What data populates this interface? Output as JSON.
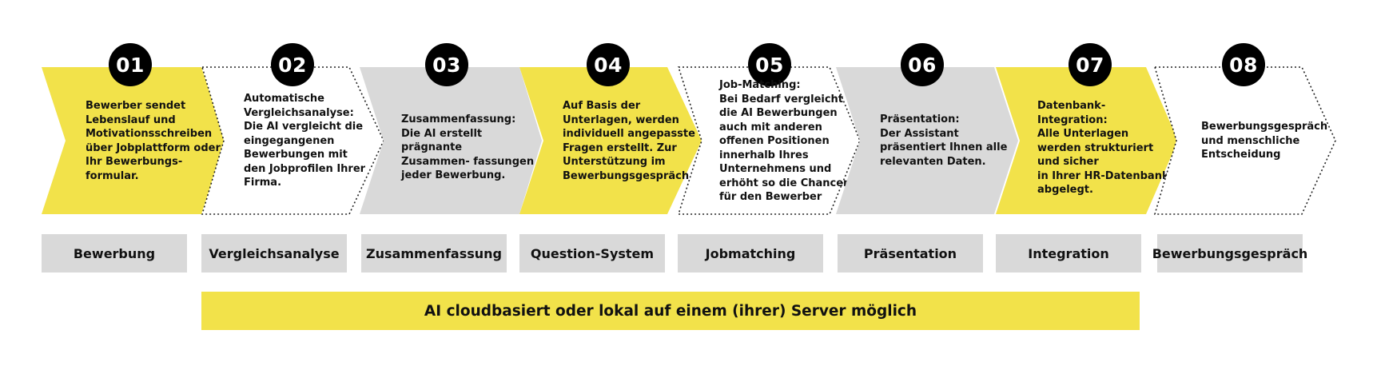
{
  "colors": {
    "yellow": "#f2e24a",
    "gray": "#d9d9d9",
    "badge": "#000000",
    "text": "#111111"
  },
  "steps": [
    {
      "number": "01",
      "style": "yellow",
      "description": "Bewerber sendet\nLebenslauf und\nMotivationsschreiben\nüber Jobplattform oder\nIhr Bewerbungs-\nformular.",
      "label": "Bewerbung"
    },
    {
      "number": "02",
      "style": "outline",
      "description": "Automatische\nVergleichsanalyse:\nDie AI vergleicht die\neingegangenen\nBewerbungen mit\nden Jobprofilen Ihrer\nFirma.",
      "label": "Vergleichsanalyse"
    },
    {
      "number": "03",
      "style": "gray",
      "description": "Zusammenfassung:\nDie AI erstellt prägnante\nZusammen- fassungen\njeder Bewerbung.",
      "label": "Zusammenfassung"
    },
    {
      "number": "04",
      "style": "yellow",
      "description": "Auf Basis der\nUnterlagen, werden\nindividuell angepasste\nFragen erstellt. Zur\nUnterstützung im\nBewerbungsgespräch",
      "label": "Question-System"
    },
    {
      "number": "05",
      "style": "outline",
      "description": "Job-Matching:\nBei Bedarf vergleicht\ndie AI Bewerbungen\nauch mit anderen\noffenen Positionen\ninnerhalb Ihres\nUnternehmens und\nerhöht so die Chancen\nfür den Bewerber",
      "label": "Jobmatching"
    },
    {
      "number": "06",
      "style": "gray",
      "description": "Präsentation:\nDer Assistant\npräsentiert Ihnen alle\nrelevanten Daten.",
      "label": "Präsentation"
    },
    {
      "number": "07",
      "style": "yellow",
      "description": "Datenbank-\nIntegration:\nAlle Unterlagen\nwerden strukturiert\nund sicher\nin Ihrer HR-Datenbank\nabgelegt.",
      "label": "Integration"
    },
    {
      "number": "08",
      "style": "outline",
      "description": "Bewerbungsgespräch\nund menschliche\nEntscheidung",
      "label": "Bewerbungsgespräch"
    }
  ],
  "banner": "AI cloudbasiert oder lokal auf einem (ihrer) Server möglich"
}
